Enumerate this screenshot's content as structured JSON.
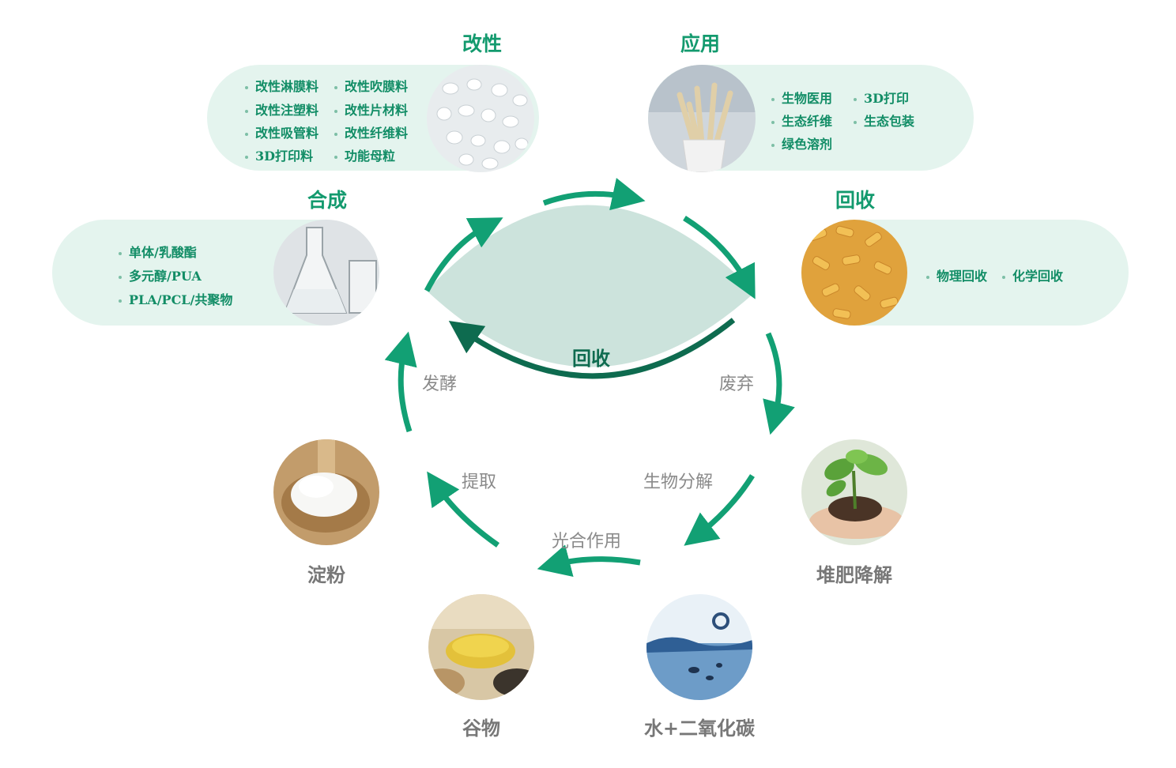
{
  "sections": {
    "modify": {
      "title": "改性",
      "items": [
        "改性淋膜料",
        "改性吹膜料",
        "改性注塑料",
        "改性片材料",
        "改性吸管料",
        "改性纤维料",
        "3D打印料",
        "功能母粒"
      ]
    },
    "application": {
      "title": "应用",
      "items": [
        "生物医用",
        "3D打印",
        "生态纤维",
        "生态包装",
        "绿色溶剂"
      ]
    },
    "synthesis": {
      "title": "合成",
      "items": [
        "单体/乳酸酯",
        "多元醇/PUA",
        "PLA/PCL/共聚物"
      ]
    },
    "recycle": {
      "title": "回收",
      "items": [
        "物理回收",
        "化学回收"
      ]
    }
  },
  "center": {
    "label": "回收"
  },
  "steps": {
    "ferment": "发酵",
    "discard": "废弃",
    "extract": "提取",
    "biodegrade": "生物分解",
    "photosynthesis": "光合作用"
  },
  "nodes": {
    "starch": "淀粉",
    "compost": "堆肥降解",
    "grain": "谷物",
    "water_co2": "水+二氧化碳"
  },
  "colors": {
    "accent": "#139a6e",
    "arrow": "#12a074",
    "arrow_dark": "#0e6b4f",
    "pill_bg": "#e4f4ee",
    "center_fill": "#cce3dc",
    "gray_text": "#8a8a8a"
  }
}
